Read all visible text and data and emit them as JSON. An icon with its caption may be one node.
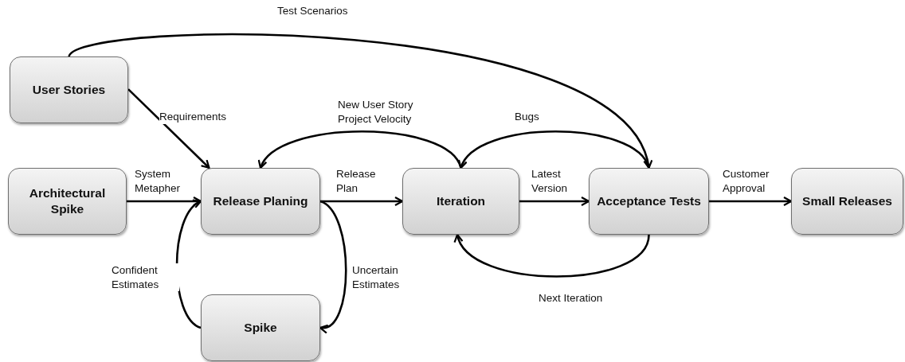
{
  "diagram": {
    "nodes": [
      {
        "text": [
          "User Stories"
        ]
      },
      {
        "text": [
          "Architectural Spike"
        ]
      },
      {
        "text": [
          "Release Planing"
        ]
      },
      {
        "text": [
          "Iteration"
        ]
      },
      {
        "text": [
          "Acceptance Tests"
        ]
      },
      {
        "text": [
          "Small Releases"
        ]
      },
      {
        "text": [
          "Spike"
        ]
      }
    ],
    "edges": [
      {
        "from": 0,
        "to": 4,
        "arrow": "to",
        "label": "Test Scenarios"
      },
      {
        "from": 0,
        "to": 2,
        "arrow": "to",
        "label": "Requirements"
      },
      {
        "from": 1,
        "to": 2,
        "arrow": "to",
        "label": "System Metapher"
      },
      {
        "from": 3,
        "to": 2,
        "arrow": "to",
        "label": "New User Story Project Velocity"
      },
      {
        "from": 2,
        "to": 3,
        "arrow": "to",
        "label": "Release Plan"
      },
      {
        "from": 4,
        "to": 3,
        "arrow": "to",
        "label": "Bugs"
      },
      {
        "from": 3,
        "to": 4,
        "arrow": "to",
        "label": "Latest Version"
      },
      {
        "from": 4,
        "to": 5,
        "arrow": "to",
        "label": "Customer Approval"
      },
      {
        "from": 2,
        "to": 6,
        "arrow": "to",
        "label": "Uncertain Estimates"
      },
      {
        "from": 6,
        "to": 2,
        "arrow": "to",
        "label": "Confident Estimates"
      },
      {
        "from": 4,
        "to": 3,
        "arrow": "to",
        "label": "Next Iteration"
      }
    ]
  }
}
